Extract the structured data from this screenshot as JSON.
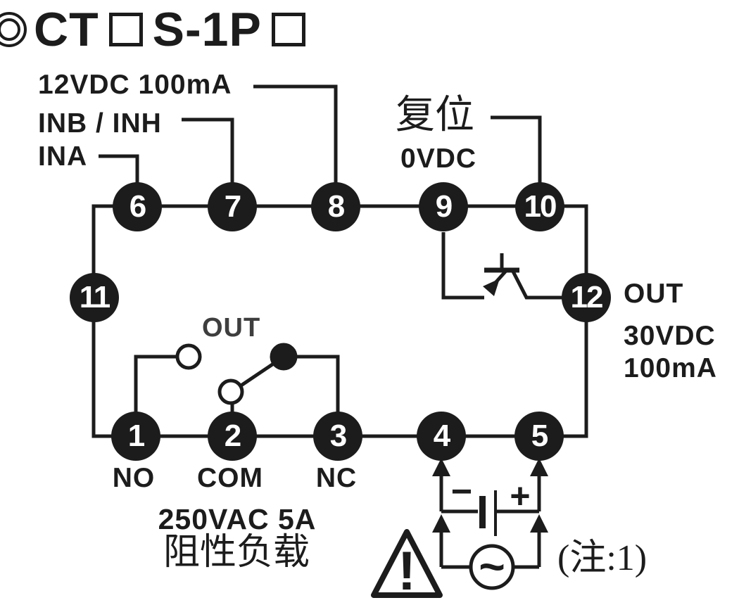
{
  "colors": {
    "ink": "#1c1c1c",
    "background": "#ffffff"
  },
  "title": {
    "model_part1": "CT",
    "model_part2": "S-1P"
  },
  "top_labels": {
    "aux_supply": "12VDC 100mA",
    "input_b": "INB / INH",
    "input_a": "INA",
    "reset_cn": "复位",
    "reset_level": "0VDC"
  },
  "terminals": {
    "t1": "1",
    "t2": "2",
    "t3": "3",
    "t4": "4",
    "t5": "5",
    "t6": "6",
    "t7": "7",
    "t8": "8",
    "t9": "9",
    "t10": "10",
    "t11": "11",
    "t12": "12"
  },
  "relay_output": {
    "label": "OUT",
    "no": "NO",
    "com": "COM",
    "nc": "NC",
    "rating": "250VAC 5A",
    "load_cn": "阻性负载"
  },
  "transistor_output": {
    "label": "OUT",
    "voltage": "30VDC",
    "current": "100mA"
  },
  "power_input": {
    "minus": "−",
    "plus": "+",
    "ac_wave": "~",
    "warning_mark": "!",
    "note_cn": "(注:1)"
  }
}
